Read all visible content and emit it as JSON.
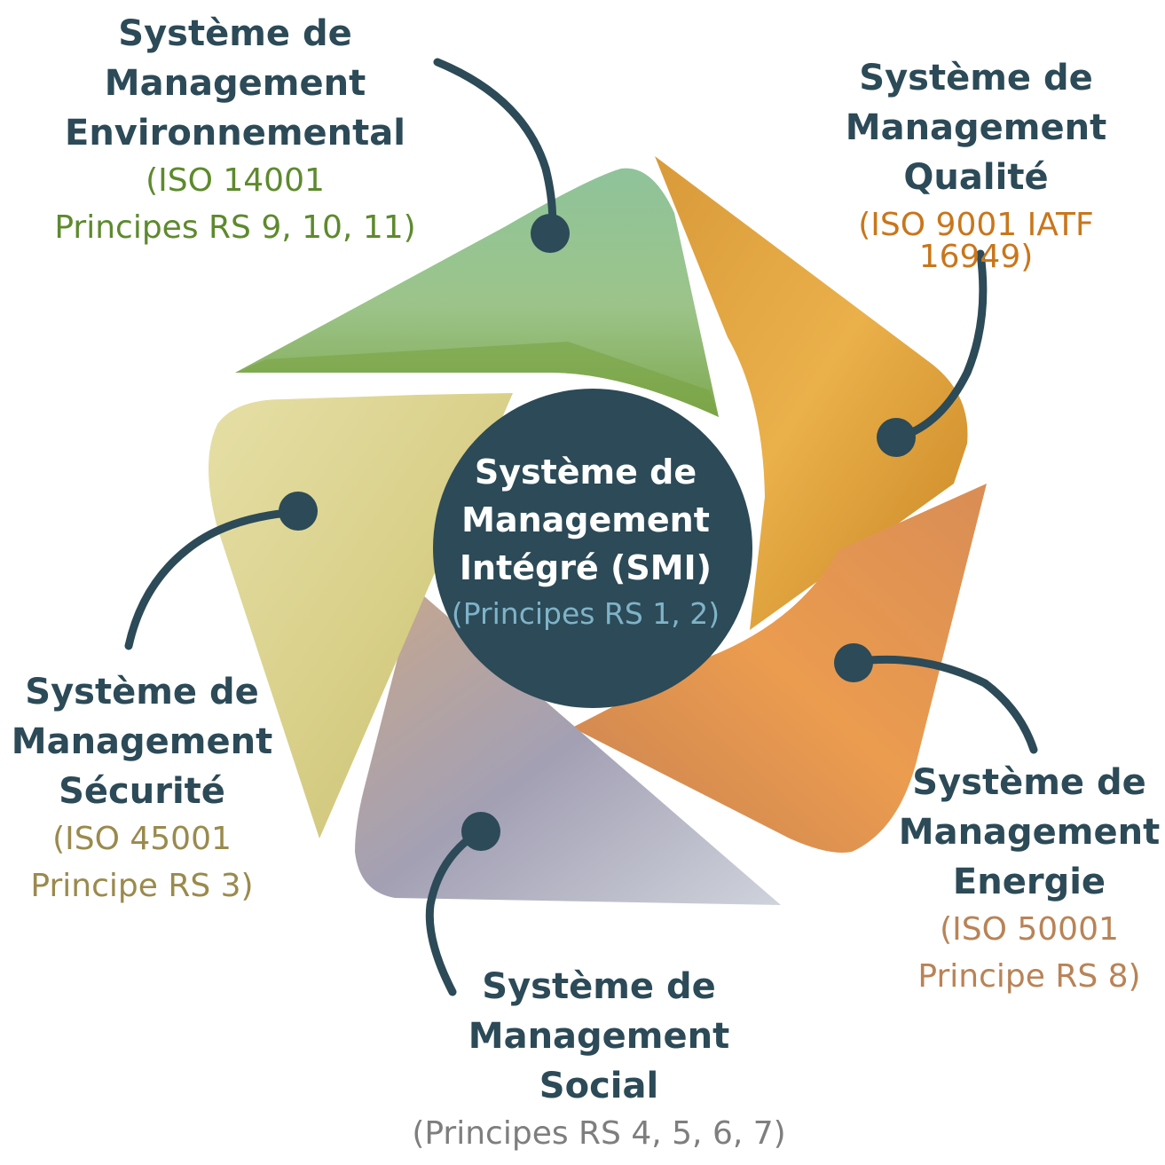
{
  "center": {
    "title_lines": [
      "Système de",
      "Management",
      "Intégré (SMI)"
    ],
    "subtitle_lines": [
      "(Principes RS 1, 2)"
    ]
  },
  "segments": [
    {
      "id": "environnement",
      "title_lines": [
        "Système de",
        "Management",
        "Environnemental"
      ],
      "subtitle_lines": [
        "(ISO 14001",
        "Principes RS 9, 10, 11)"
      ],
      "color": "#5d8a2d",
      "tint": "#8fbf7a"
    },
    {
      "id": "qualite",
      "title_lines": [
        "Système de",
        "Management",
        "Qualité"
      ],
      "subtitle_lines": [
        "(ISO 9001 IATF 16949)"
      ],
      "color": "#c9761b",
      "tint": "#e8a63a"
    },
    {
      "id": "energie",
      "title_lines": [
        "Système de",
        "Management",
        "Energie"
      ],
      "subtitle_lines": [
        "(ISO 50001",
        "Principe RS 8)"
      ],
      "color": "#b98356",
      "tint": "#e08a46"
    },
    {
      "id": "social",
      "title_lines": [
        "Système de",
        "Management",
        "Social"
      ],
      "subtitle_lines": [
        "(Principes RS 4, 5, 6, 7)"
      ],
      "color": "#7e7e7e",
      "tint": "#8e8aa0"
    },
    {
      "id": "securite",
      "title_lines": [
        "Système de",
        "Management",
        "Sécurité"
      ],
      "subtitle_lines": [
        "(ISO 45001",
        "Principe RS 3)"
      ],
      "color": "#9a8a4d",
      "tint": "#ddd58a"
    }
  ],
  "colors": {
    "dark": "#2c4a57",
    "center_fill": "#2c4a57",
    "center_subtitle": "#7fb3c8"
  }
}
